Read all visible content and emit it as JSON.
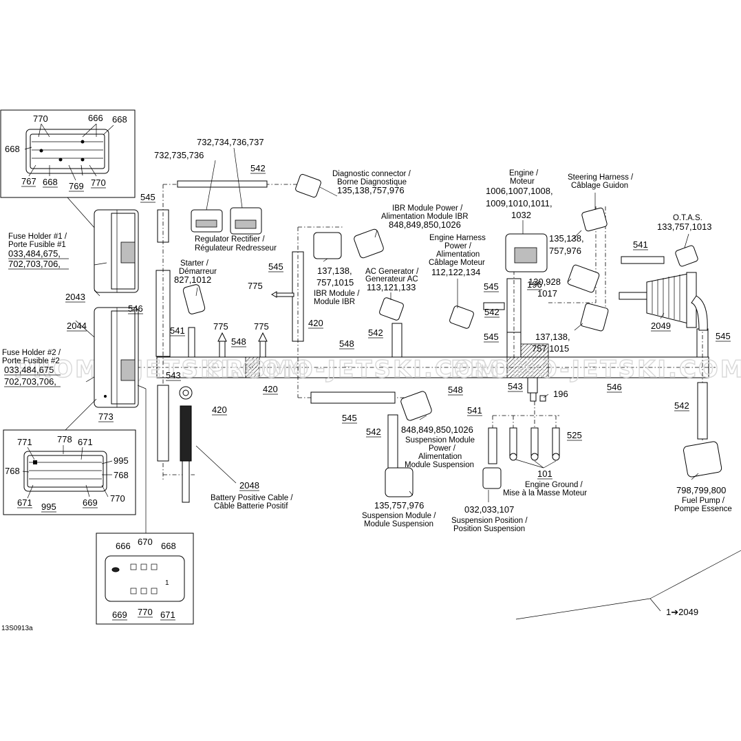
{
  "figure_code": "13S0913a",
  "watermark": "PROMO-JETSKI.COM",
  "labels": {
    "fuse1_num1": "770",
    "fuse1_num2": "666",
    "fuse1_num3": "668",
    "fuse1_num4": "668",
    "fuse1_num5": "767",
    "fuse1_num6": "668",
    "fuse1_num7": "769",
    "fuse1_num8": "770",
    "reg_top": "732,734,736,737",
    "reg_left": "732,735,736",
    "reg_name": "Regulator Rectifier /",
    "reg_name_fr": "Régulateur Redresseur",
    "diag_name": "Diagnostic connector /",
    "diag_name_fr": "Borne Diagnostique",
    "diag_nums": "135,138,757,976",
    "ref542a": "542",
    "ref545a": "545",
    "fuse1_name": "Fuse Holder #1 /",
    "fuse1_name_fr": "Porte Fusible #1",
    "fuse1_nums1": "033,484,675,",
    "fuse1_nums2": "702,703,706,",
    "ref2043": "2043",
    "ref546a": "546",
    "starter_name": "Starter /",
    "starter_name_fr": "Démarreur",
    "starter_nums": "827,1012",
    "ref541a": "541",
    "ref2044": "2044",
    "fuse2_name": "Fuse Holder #2 /",
    "fuse2_name_fr": "Porte Fusible #2",
    "fuse2_nums1": "033,484,675",
    "fuse2_nums2": "702,703,706,",
    "ref773": "773",
    "ref543a": "543",
    "ref775a": "775",
    "ref775b": "775",
    "ref775c": "775",
    "ref548a": "548",
    "ref548b": "548",
    "ref548c": "548",
    "ref420a": "420",
    "ref420b": "420",
    "ref420c": "420",
    "ref545b": "545",
    "ibr_power": "IBR Module Power /",
    "ibr_power_fr": "Alimentation Module IBR",
    "ibr_power_nums": "848,849,850,1026",
    "ibr_nums1": "137,138,",
    "ibr_nums2": "757,1015",
    "ibr_name": "IBR Module /",
    "ibr_name_fr": "Module IBR",
    "acgen_name": "AC Generator /",
    "acgen_name_fr": "Generateur AC",
    "acgen_nums": "113,121,133",
    "ref542b": "542",
    "engharn_l1": "Engine Harness",
    "engharn_l2": "Power /",
    "engharn_l3": "Alimentation",
    "engharn_l4": "Câblage Moteur",
    "engharn_nums": "112,122,134",
    "engine_name": "Engine /",
    "engine_name_fr": "Moteur",
    "engine_nums1": "1006,1007,1008,",
    "engine_nums2": "1009,1010,1011,",
    "engine_nums3": "1032",
    "ref196a": "196",
    "ref196b": "196",
    "ref545c": "545",
    "ref542c": "542",
    "ref545d": "545",
    "steer_name": "Steering Harness /",
    "steer_name_fr": "Câblage Guidon",
    "steer_nums1": "135,138,",
    "steer_nums2": "757,976",
    "otas_name": "O.T.A.S.",
    "otas_nums": "133,757,1013",
    "ref541b": "541",
    "steer2_nums1": "130,928",
    "steer2_nums2": "1017",
    "steer3_nums1": "137,138,",
    "steer3_nums2": "757,1015",
    "ref2049": "2049",
    "ref545e": "545",
    "ref546b": "546",
    "ref543b": "543",
    "ref541c": "541",
    "ref525": "525",
    "ref545f": "545",
    "ref542d": "542",
    "susp_power_nums": "848,849,850,1026",
    "susp_power1": "Suspension Module",
    "susp_power2": "Power /",
    "susp_power3": "Alimentation",
    "susp_power4": "Module Suspension",
    "ref101": "101",
    "ground_name": "Engine Ground /",
    "ground_name_fr": "Mise à la Masse Moteur",
    "ref542e": "542",
    "fuel_nums": "798,799,800",
    "fuel_name": "Fuel Pump /",
    "fuel_name_fr": "Pompe Essence",
    "batt_ref": "2048",
    "batt_name": "Battery Positive Cable /",
    "batt_name_fr": "Câble Batterie Positif",
    "suspm_nums": "135,757,976",
    "suspm_name": "Suspension Module /",
    "suspm_name_fr": "Module Suspension",
    "susppos_nums": "032,033,107",
    "susppos_name": "Suspension Position /",
    "susppos_name_fr": "Position Suspension",
    "fuse2_n1": "771",
    "fuse2_n2": "778",
    "fuse2_n3": "671",
    "fuse2_n4": "995",
    "fuse2_n5": "768",
    "fuse2_n6": "768",
    "fuse2_n7": "671",
    "fuse2_n8": "995",
    "fuse2_n9": "669",
    "fuse2_n10": "770",
    "fuse3_n1": "666",
    "fuse3_n2": "670",
    "fuse3_n3": "668",
    "fuse3_n4": "669",
    "fuse3_n5": "770",
    "fuse3_n6": "671",
    "ref_bottom": "1➔2049"
  }
}
